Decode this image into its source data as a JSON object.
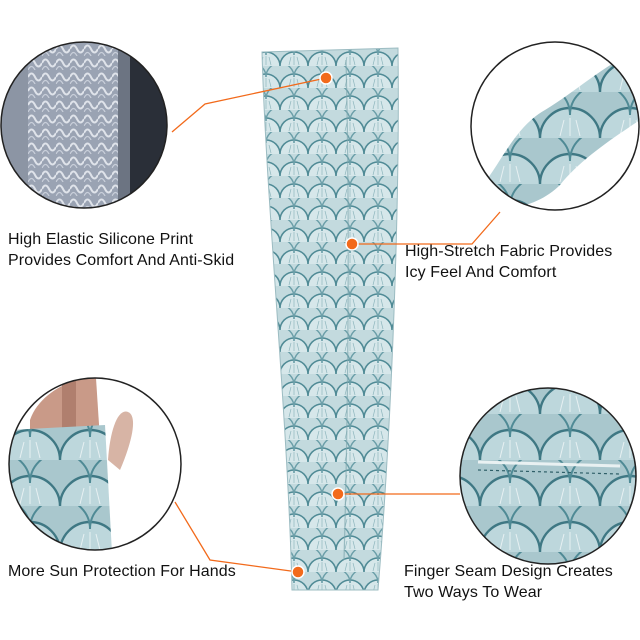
{
  "features": [
    {
      "line1": "High Elastic Silicone Print",
      "line2": "Provides Comfort And Anti-Skid",
      "icon": "silicone-print-closeup-image"
    },
    {
      "line1": "High-Stretch Fabric Provides",
      "line2": "Icy Feel And Comfort",
      "icon": "worn-sleeve-closeup-image"
    },
    {
      "line1": "More Sun Protection For Hands",
      "line2": "",
      "icon": "hand-thumb-hole-closeup-image"
    },
    {
      "line1": "Finger Seam Design Creates",
      "line2": "Two Ways To Wear",
      "icon": "finger-seam-closeup-image"
    }
  ],
  "colors": {
    "accent": "#f26a1b",
    "fabric": "#b9d3d8",
    "scale_edge": "#4f8a95",
    "circle_border": "#222222"
  }
}
